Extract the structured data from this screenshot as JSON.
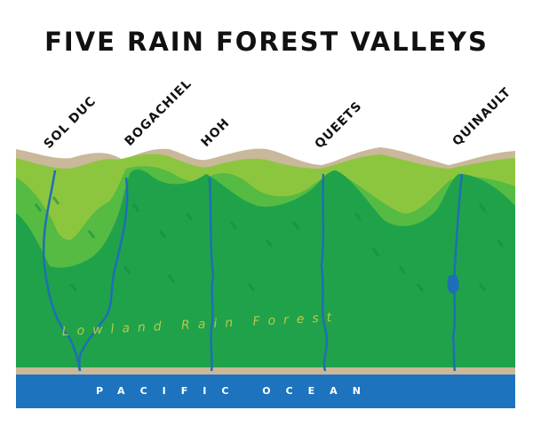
{
  "title": "FIVE RAIN FOREST VALLEYS",
  "valleys": [
    "SOL DUC",
    "BOGACHIEL",
    "HOH",
    "QUEETS",
    "QUINAULT"
  ],
  "lowland_label": "Lowland Rain Forest",
  "ocean_label": "PACIFIC OCEAN",
  "colors": {
    "forest": "#1fa24a",
    "forest_dark": "#138a3e",
    "upper_forest": "#55bb42",
    "subalpine": "#8cc63f",
    "peaks": "#c9b89a",
    "beach": "#c9b89a",
    "ocean": "#1e73be",
    "river": "#1e6fb5",
    "lowland_text": "#b9c84a"
  }
}
